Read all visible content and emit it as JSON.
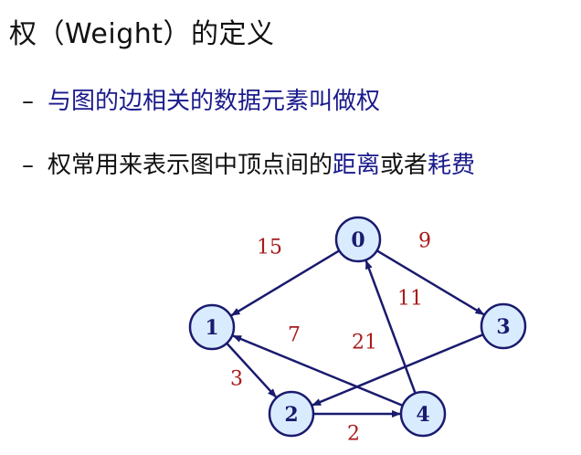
{
  "title": "权（Weight）的定义",
  "bullets": [
    {
      "dash": "–",
      "parts": [
        {
          "text": "与图的边相关的数据元素叫做权",
          "highlight": true
        }
      ]
    },
    {
      "dash": "–",
      "parts": [
        {
          "text": "权常用来表示图中顶点间的",
          "highlight": false
        },
        {
          "text": "距离",
          "highlight": true
        },
        {
          "text": "或者",
          "highlight": false
        },
        {
          "text": "耗费",
          "highlight": true
        }
      ]
    }
  ],
  "graph": {
    "nodes": [
      {
        "id": "0",
        "label": "0"
      },
      {
        "id": "1",
        "label": "1"
      },
      {
        "id": "2",
        "label": "2"
      },
      {
        "id": "3",
        "label": "3"
      },
      {
        "id": "4",
        "label": "4"
      }
    ],
    "edges": [
      {
        "from": "0",
        "to": "1",
        "weight": "15"
      },
      {
        "from": "0",
        "to": "3",
        "weight": "9"
      },
      {
        "from": "4",
        "to": "0",
        "weight": "11"
      },
      {
        "from": "4",
        "to": "1",
        "weight": "7"
      },
      {
        "from": "3",
        "to": "2",
        "weight": "21"
      },
      {
        "from": "1",
        "to": "2",
        "weight": "3"
      },
      {
        "from": "2",
        "to": "4",
        "weight": "2"
      }
    ]
  },
  "colors": {
    "node_fill": "#d9ecff",
    "node_stroke": "#1a1a6e",
    "edge": "#1a1a6e",
    "weight": "#a81b1b",
    "highlight": "#1a1a8c"
  }
}
